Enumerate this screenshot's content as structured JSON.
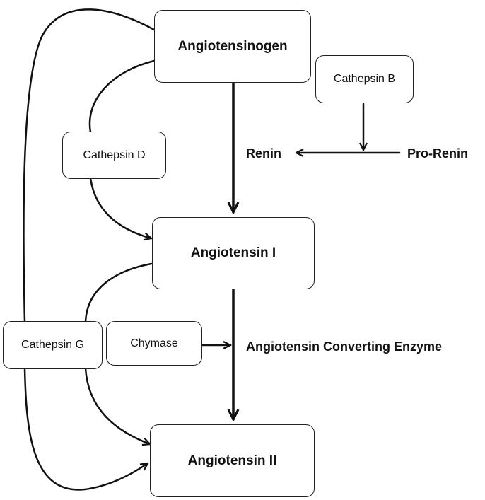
{
  "nodes": {
    "angiotensinogen": "Angiotensinogen",
    "angiotensin_1": "Angiotensin I",
    "angiotensin_2": "Angiotensin II",
    "cathepsin_b": "Cathepsin B",
    "cathepsin_d": "Cathepsin D",
    "cathepsin_g": "Cathepsin G",
    "chymase": "Chymase"
  },
  "labels": {
    "renin": "Renin",
    "pro_renin": "Pro-Renin",
    "ace": "Angiotensin Converting Enzyme"
  },
  "colors": {
    "stroke": "#111111",
    "box_border": "#222222",
    "background": "#ffffff"
  }
}
